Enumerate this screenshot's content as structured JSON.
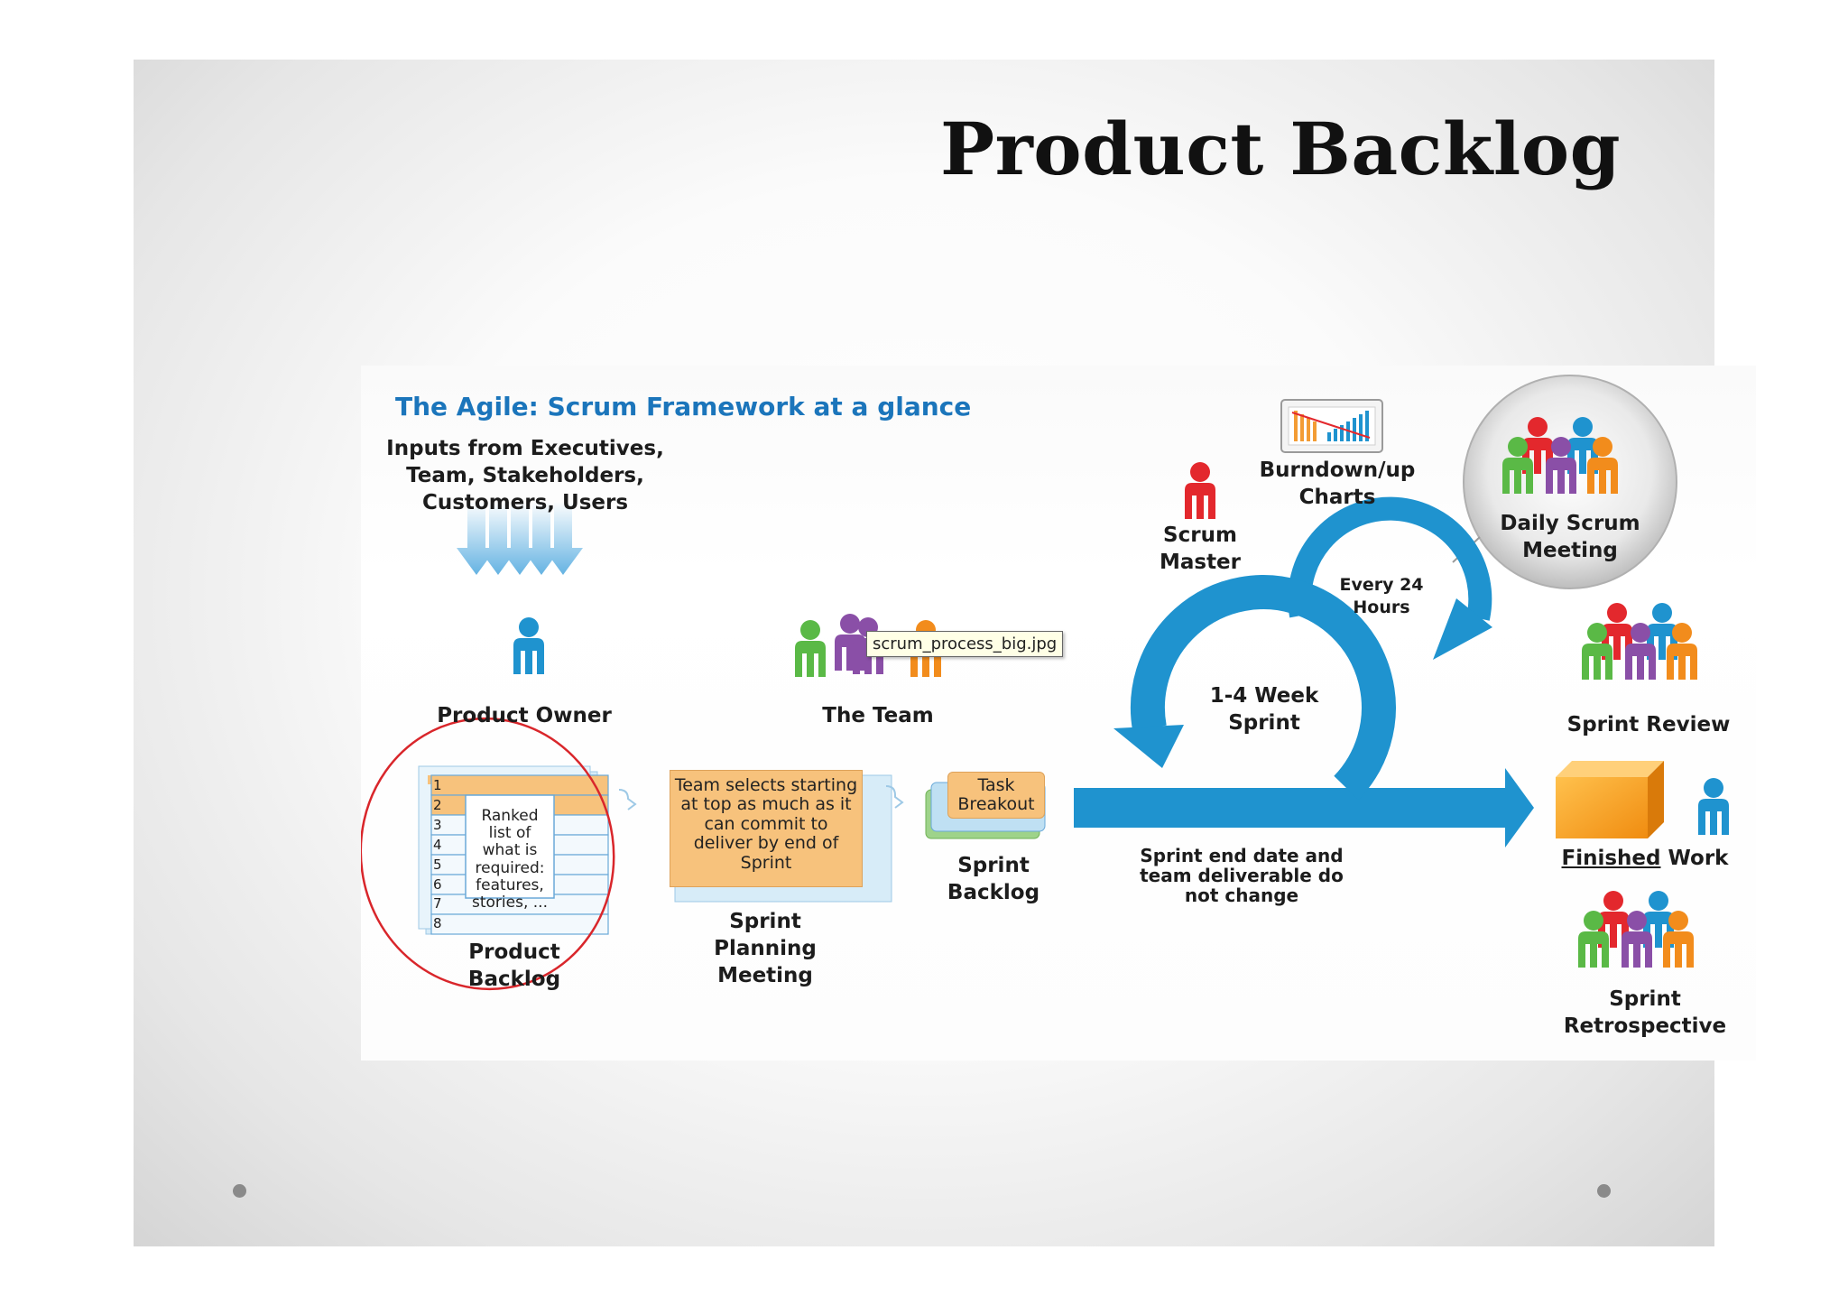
{
  "slide": {
    "title": "Product Backlog"
  },
  "diagram": {
    "heading": "The Agile: Scrum Framework at a glance",
    "inputs": "Inputs from Executives, Team, Stakeholders, Customers, Users",
    "product_owner": "Product Owner",
    "the_team": "The Team",
    "tooltip": "scrum_process_big.jpg",
    "scrum_master": "Scrum Master",
    "burndown": "Burndown/up Charts",
    "daily_scrum": "Daily Scrum Meeting",
    "every_24": "Every 24 Hours",
    "sprint_cycle": "1-4 Week Sprint",
    "sprint_review": "Sprint Review",
    "finished_underlined": "Finished",
    "finished_rest": " Work",
    "sprint_retrospective": "Sprint Retrospective",
    "backlog_rows": [
      "1",
      "2",
      "3",
      "4",
      "5",
      "6",
      "7",
      "8"
    ],
    "ranked_note": "Ranked list of what is required: features, stories, ...",
    "product_backlog": "Product Backlog",
    "team_selects": "Team selects starting at top as much as it can commit to deliver by end of Sprint",
    "sprint_planning": "Sprint Planning Meeting",
    "task_breakout": "Task Breakout",
    "sprint_backlog": "Sprint Backlog",
    "sprint_end_note": "Sprint end date and team deliverable do not change"
  },
  "colors": {
    "heading_blue": "#1b75bb",
    "arrow_blue": "#1f93cf",
    "highlight_circle": "#d9262b",
    "card_orange": "#f7c27c",
    "box_orange": "#f5a020"
  },
  "icons": [
    "person-icon",
    "team-group-icon",
    "burndown-chart-icon",
    "cycle-arrow-icon",
    "finished-box-icon",
    "input-arrows-icon"
  ]
}
